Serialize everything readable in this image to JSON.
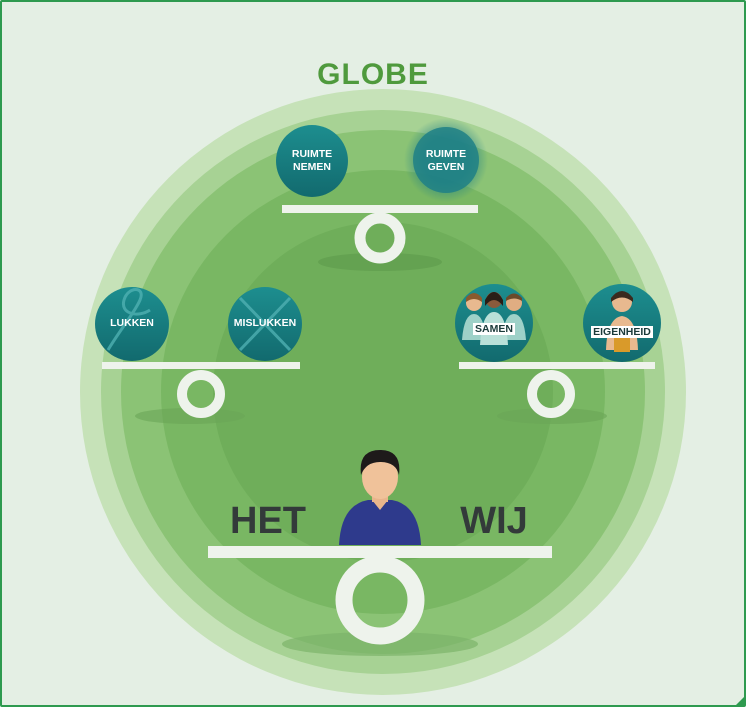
{
  "title": "GLOBE",
  "nodes": {
    "ruimte_nemen": {
      "line1": "RUIMTE",
      "line2": "NEMEN"
    },
    "ruimte_geven": {
      "line1": "RUIMTE",
      "line2": "GEVEN"
    },
    "lukken": "LUKKEN",
    "mislukken": "MISLUKKEN",
    "samen": "SAMEN",
    "eigenheid": "EIGENHEID"
  },
  "balance": {
    "left": "HET",
    "right": "WIJ"
  },
  "colors": {
    "background": "#e4efe4",
    "frame": "#2e9a4f",
    "title": "#4f9a3d",
    "circle_outer": "#b9dba8",
    "circle_mid": "#92c67f",
    "circle_inner": "#7ab565",
    "teal": "#177d80",
    "balance_bar": "#eef3ec",
    "shirt": "#2e3a8c"
  },
  "icons": [
    "loop-icon",
    "cross-icon",
    "group-people-icon",
    "person-icon",
    "scale-ring-icon"
  ]
}
